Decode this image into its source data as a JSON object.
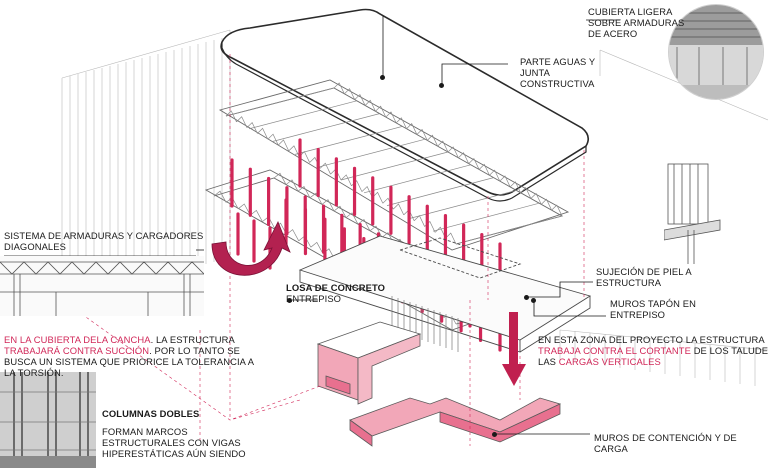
{
  "colors": {
    "accent": "#d12758",
    "accent_fill": "#f2a7b8",
    "line": "#9a9a9a",
    "dark_line": "#3a3a3a"
  },
  "labels": {
    "cubierta_ligera": [
      "CUBIERTA LIGERA",
      "SOBRE ARMADURAS",
      "DE ACERO"
    ],
    "parte_aguas": [
      "PARTE AGUAS Y",
      "JUNTA",
      "CONSTRUCTIVA"
    ],
    "sistema_armaduras": [
      "SISTEMA DE ARMADURAS Y CARGADORES",
      "DIAGONALES"
    ],
    "losa_title": "LOSA DE CONCRETO",
    "losa_sub": "ENTREPISO",
    "sujecion": [
      "SUJECIÓN DE PIEL A",
      "ESTRUCTURA"
    ],
    "muros_tapon": [
      "MUROS TAPÓN EN",
      "ENTREPISO"
    ],
    "cancha_p1": "EN LA CUBIERTA DELA CANCHA",
    "cancha_p2": ". LA ESTRUCTURA",
    "cancha_p3": "TRABAJARÁ CONTRA SUCCIÓN",
    "cancha_p4": ". POR LO TANTO SE",
    "cancha_p5": "BUSCA UN SISTEMA QUE PRIORICE LA TOLERANCIA A",
    "cancha_p6": "LA TORSIÓN.",
    "zona_p1": "EN ESTA ZONA DEL PROYECTO LA ESTRUCTURA",
    "zona_p2": "TRABAJA CONTRA EL CORTANTE",
    "zona_p3": " DE LOS TALUDES Y",
    "zona_p4": "LAS ",
    "zona_p5": "CARGAS VERTICALES",
    "columnas_title": "COLUMNAS DOBLES",
    "columnas_body": [
      "FORMAN MARCOS",
      "ESTRUCTURALES CON VIGAS",
      "HIPERESTÁTICAS AÚN SIENDO"
    ],
    "muros_contencion": [
      "MUROS DE CONTENCIÓN Y DE",
      "CARGA"
    ]
  }
}
